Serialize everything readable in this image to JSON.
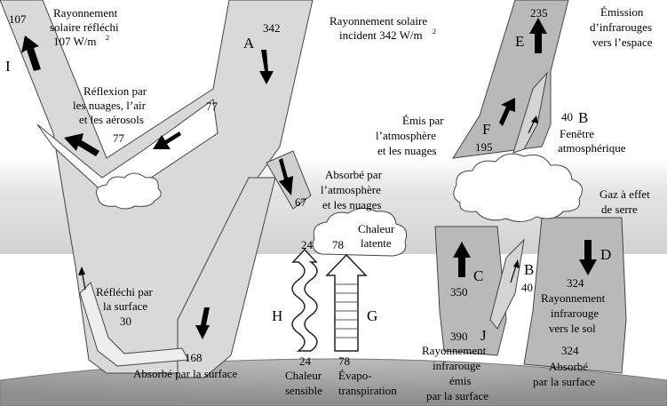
{
  "labels": {
    "val_107": "107",
    "reflected_l1": "Rayonnement",
    "reflected_l2": "solaire réfléchi",
    "reflected_l3": "107 W/m",
    "sup2": "2",
    "letter_I": "I",
    "val_342": "342",
    "letter_A": "A",
    "incident_l1": "Rayonnement solaire",
    "incident_l2": "incident 342 W/m",
    "refl_clouds_l1": "Réflexion par",
    "refl_clouds_l2": "les nuages, l’air",
    "refl_clouds_l3": "et les aérosols",
    "val_77": "77",
    "refl_surface_l1": "Réfléchi par",
    "refl_surface_l2": "la surface",
    "val_30": "30",
    "val_67": "67",
    "abs_atm_l1": "Absorbé par",
    "abs_atm_l2": "l’atmosphère",
    "abs_atm_l3": "et les nuages",
    "val_24": "24",
    "val_78": "78",
    "latent_l1": "Chaleur",
    "latent_l2": "latente",
    "letter_H": "H",
    "letter_G": "G",
    "sensible_l1": "Chaleur",
    "sensible_l2": "sensible",
    "evapo_l1": "Évapo-",
    "evapo_l2": "transpiration",
    "val_168": "168",
    "abs_surface": "Absorbé par la surface",
    "val_235": "235",
    "letter_E": "E",
    "emission_l1": "Émission",
    "emission_l2": "d’infrarouges",
    "emission_l3": "vers l’espace",
    "emis_atm_l1": "Émis par",
    "emis_atm_l2": "l’atmosphère",
    "emis_atm_l3": "et les nuages",
    "letter_F": "F",
    "val_195": "195",
    "val_40": "40",
    "letter_B": "B",
    "window_l1": "Fenêtre",
    "window_l2": "atmosphérique",
    "ghg_l1": "Gaz à effet",
    "ghg_l2": "de serre",
    "letter_C": "C",
    "val_350": "350",
    "letter_D": "D",
    "val_324": "324",
    "back_ir_l1": "Rayonnement",
    "back_ir_l2": "infrarouge",
    "back_ir_l3": "vers le sol",
    "val_390": "390",
    "letter_J": "J",
    "surf_ir_l1": "Rayonnement",
    "surf_ir_l2": "infrarouge",
    "surf_ir_l3": "émis",
    "surf_ir_l4": "par la surface",
    "abs_surface2_l1": "Absorbé",
    "abs_surface2_l2": "par la surface"
  }
}
